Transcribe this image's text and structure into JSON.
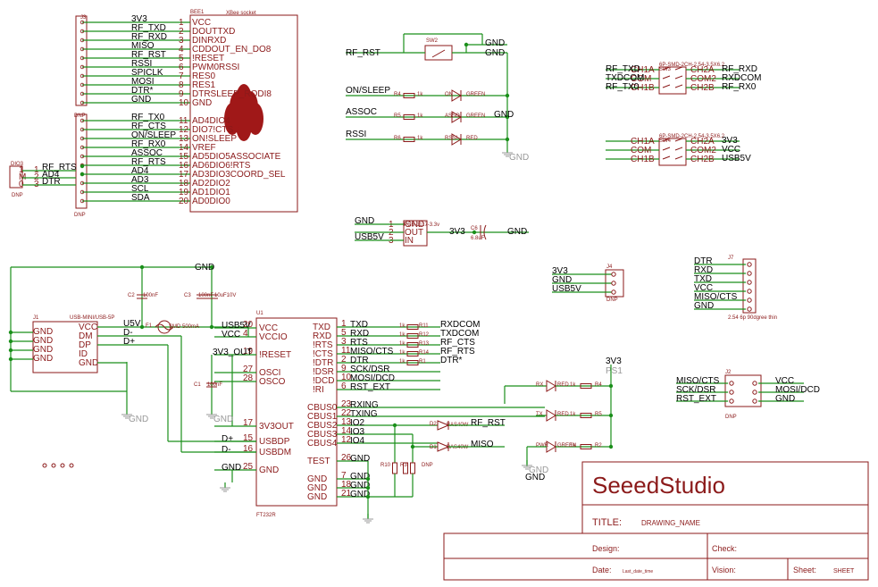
{
  "colors": {
    "wire": "#1a8f1a",
    "symbol": "#8b1a1a",
    "text": "#000000",
    "ground": "#999999"
  },
  "xbee": {
    "ref_j3": "J3",
    "ref_bee": "BEE1",
    "title": "XBee socket",
    "ref_j4": "DNP",
    "ref_j5": "DNP",
    "left_nets": [
      "3V3",
      "RF_TXD",
      "RF_RXD",
      "MISO",
      "RF_RST",
      "RSSI",
      "SPICLK",
      "MOSI",
      "DTR*",
      "GND",
      "RF_TX0",
      "RF_CTS",
      "ON/SLEEP",
      "RF_RX0",
      "ASSOC",
      "RF_RTS",
      "AD4",
      "AD3",
      "SCL",
      "SDA"
    ],
    "pin_nums": [
      "1",
      "2",
      "3",
      "4",
      "5",
      "6",
      "7",
      "8",
      "9",
      "10",
      "11",
      "12",
      "13",
      "14",
      "15",
      "16",
      "17",
      "18",
      "19",
      "20"
    ],
    "pin_names": [
      "VCC",
      "DOUTTXD",
      "DINRXD",
      "CDDOUT_EN_DO8",
      "!RESET",
      "PWM0RSSI",
      "RES0",
      "RES1",
      "DTRSLEEP_RQDI8",
      "GND",
      "AD4DIO4",
      "DIO7!CTS",
      "ON!SLEEP",
      "VREF",
      "AD5DIO5ASSOCIATE",
      "AD6DIO6!RTS",
      "AD3DIO3COORD_SEL",
      "AD2DIO2",
      "AD1DIO1",
      "AD0DIO0"
    ]
  },
  "dio3": {
    "ref": "DIO3",
    "pins": [
      "1",
      "M",
      "0"
    ],
    "pin_nums": [
      "1",
      "2",
      "3"
    ],
    "nets": [
      "RF_RTS",
      "AD4",
      "DTR"
    ],
    "dnp": "DNP"
  },
  "sw2": {
    "ref": "SW2",
    "net": "RF_RST",
    "gnd1": "GND",
    "gnd2": "GND"
  },
  "leds_top": {
    "rows": [
      {
        "net": "ON/SLEEP",
        "res": "R4",
        "val": "1k",
        "led": "ON",
        "color": "GREEN"
      },
      {
        "net": "ASSOC",
        "res": "R5",
        "val": "1k",
        "led": "ASSO",
        "color": "GREEN"
      },
      {
        "net": "RSSI",
        "res": "R6",
        "val": "1k",
        "led": "RSSI",
        "color": "RED"
      }
    ],
    "gnd": "GND",
    "gnd_sym": "GND"
  },
  "switches": [
    {
      "ref": "SW3",
      "part": "6P-SMD-2CH-2.54-3.5X6.2",
      "left": [
        "RF_TXD",
        "TXDCOM",
        "RF_TX0"
      ],
      "pins_l": [
        "CH1A",
        "COM",
        "CH1B"
      ],
      "pins_r": [
        "CH2A",
        "COM2",
        "CH2B"
      ],
      "right": [
        "RF_RXD",
        "RXDCOM",
        "RF_RX0"
      ]
    },
    {
      "ref": "SW4",
      "part": "6P-SMD-2CH-2.54-3.5X6.2",
      "left": [
        "",
        "",
        ""
      ],
      "pins_l": [
        "CH1A",
        "COM",
        "CH1B"
      ],
      "pins_r": [
        "CH2A",
        "COM2",
        "CH2B"
      ],
      "right": [
        "3V3",
        "VCC",
        "USB5V"
      ]
    }
  ],
  "reg": {
    "part": "PCB-1117-3.3v",
    "pins_num": [
      "1",
      "2",
      "3"
    ],
    "pins": [
      "GND",
      "OUT",
      "IN"
    ],
    "nets": [
      "GND",
      "",
      "USB5V"
    ],
    "out": "3V3",
    "cap": "C6",
    "cap_val": "6.8uF",
    "gnd": "GND"
  },
  "j4": {
    "ref": "J4",
    "nets": [
      "3V3",
      "GND",
      "USB5V"
    ],
    "dnp": "DNP"
  },
  "j7": {
    "ref": "J7",
    "nets": [
      "DTR",
      "RXD",
      "TXD",
      "VCC",
      "MISO/CTS",
      "GND"
    ],
    "desc": "2.54 6p 90dgree thin"
  },
  "usb": {
    "ref": "J1",
    "part": "USB-MINI/USB-5P",
    "pins": [
      "VCC",
      "DM",
      "DP",
      "ID",
      "GND"
    ],
    "gnds": [
      "GND",
      "GND",
      "GND",
      "GND"
    ],
    "nets": [
      "U5V",
      "D-",
      "D+"
    ],
    "fuse": "F1",
    "fuse_val": "SMD 500mA",
    "c2": "C2",
    "c2_val": "100nF",
    "c3": "C3",
    "c3_val": "100nF",
    "c4_val": "10uF10V",
    "gnd_top": "GND",
    "gnd_sym": "GND"
  },
  "ft232": {
    "ref": "U1",
    "part": "FT232R",
    "left_pins": [
      {
        "name": "VCC",
        "num": "20",
        "net": "USB5V"
      },
      {
        "name": "VCCIO",
        "num": "4",
        "net": "VCC"
      },
      {
        "name": "!RESET",
        "num": "19",
        "net": ""
      },
      {
        "name": "OSCI",
        "num": "27",
        "net": ""
      },
      {
        "name": "OSCO",
        "num": "28",
        "net": ""
      },
      {
        "name": "3V3OUT",
        "num": "17",
        "net": ""
      },
      {
        "name": "USBDP",
        "num": "15",
        "net": "D+"
      },
      {
        "name": "USBDM",
        "num": "16",
        "net": "D-"
      },
      {
        "name": "GND",
        "num": "25",
        "net": "GND"
      }
    ],
    "right_pins": [
      {
        "name": "TXD",
        "num": "1",
        "net": "TXD",
        "res": "R11",
        "rnet": "RXDCOM"
      },
      {
        "name": "RXD",
        "num": "5",
        "net": "RXD",
        "res": "R12",
        "rnet": "TXDCOM"
      },
      {
        "name": "!RTS",
        "num": "3",
        "net": "RTS",
        "res": "R13",
        "rnet": "RF_CTS"
      },
      {
        "name": "!CTS",
        "num": "11",
        "net": "MISO/CTS",
        "res": "R14",
        "rnet": "RF_RTS"
      },
      {
        "name": "!DTR",
        "num": "2",
        "net": "DTR",
        "res": "R1",
        "rnet": "DTR*"
      },
      {
        "name": "!DSR",
        "num": "9",
        "net": "SCK/DSR",
        "res": "",
        "rnet": ""
      },
      {
        "name": "!DCD",
        "num": "10",
        "net": "MOSI/DCD",
        "res": "",
        "rnet": ""
      },
      {
        "name": "!RI",
        "num": "6",
        "net": "RST_EXT",
        "res": "",
        "rnet": ""
      }
    ],
    "cbus_pins": [
      {
        "name": "CBUS0",
        "num": "23",
        "net": "RXING"
      },
      {
        "name": "CBUS1",
        "num": "22",
        "net": "TXING"
      },
      {
        "name": "CBUS2",
        "num": "13",
        "net": "IO2"
      },
      {
        "name": "CBUS3",
        "num": "14",
        "net": "IO3"
      },
      {
        "name": "CBUS4",
        "num": "12",
        "net": "IO4"
      },
      {
        "name": "TEST",
        "num": "26",
        "net": "GND"
      },
      {
        "name": "GND",
        "num": "7",
        "net": "GND"
      },
      {
        "name": "GND",
        "num": "18",
        "net": "GND"
      },
      {
        "name": "GND",
        "num": "21",
        "net": "GND"
      }
    ],
    "res_val": "1k",
    "v3out_label": "3V3_OUT",
    "c1": "C1",
    "c1_val": "100nF",
    "gnd_sym": "GND"
  },
  "io_block": {
    "d2": "D2",
    "d2_part": "BAS40W",
    "d1": "D1",
    "d1_part": "BAS40W",
    "rf_rst": "RF_RST",
    "miso": "MISO",
    "r10": "R10",
    "r3": "R3",
    "dnp": "DNP",
    "gnd_sym": "GND"
  },
  "leds_bottom": {
    "v3": "3V3",
    "ps": "PS1",
    "rows": [
      {
        "led": "RX",
        "color": "RED",
        "res": "R4",
        "val": "1k"
      },
      {
        "led": "TX",
        "color": "RED",
        "res": "R5",
        "val": "1k"
      },
      {
        "led": "PWR",
        "color": "GREEN",
        "res": "R2",
        "val": "1k"
      }
    ],
    "gnd": "GND",
    "gnd_sym": "GND"
  },
  "j2": {
    "ref": "J2",
    "left": [
      "MISO/CTS",
      "SCK/DSR",
      "RST_EXT"
    ],
    "right": [
      "VCC",
      "MOSI/DCD",
      "GND"
    ],
    "dnp": "DNP"
  },
  "title_block": {
    "company": "SeeedStudio",
    "title_label": "TITLE:",
    "title_value": "DRAWING_NAME",
    "design_label": "Design:",
    "check_label": "Check:",
    "date_label": "Date:",
    "date_value": "Last_date_time",
    "vision_label": "Vision:",
    "sheet_label": "Sheet:",
    "sheet_value": "SHEET"
  }
}
